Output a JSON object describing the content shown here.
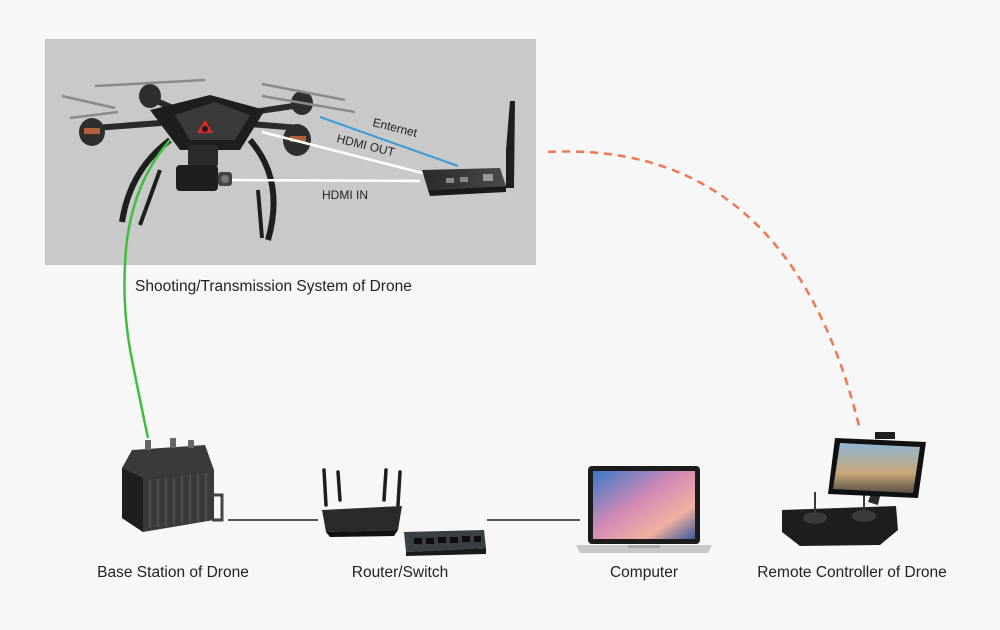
{
  "diagram": {
    "drone_system": {
      "caption": "Shooting/Transmission System of Drone",
      "cable_labels": {
        "enternet": "Enternet",
        "hdmi_out": "HDMI OUT",
        "hdmi_in": "HDMI IN"
      }
    },
    "nodes": {
      "base_station": "Base Station of Drone",
      "router": "Router/Switch",
      "computer": "Computer",
      "remote_controller": "Remote Controller of Drone"
    },
    "icons": [
      "drone-icon",
      "camera-gimbal-icon",
      "encoder-box-icon",
      "base-station-icon",
      "router-icon",
      "switch-icon",
      "laptop-icon",
      "remote-controller-icon",
      "tablet-icon"
    ],
    "colors": {
      "panel_bg": "#c9c9c9",
      "page_bg": "#f7f7f7",
      "ethernet_line": "#3a9ad9",
      "hdmi_line": "#ffffff",
      "rf_link": "#3fbf3f",
      "wireless_link": "#f07850",
      "wired_link": "#222222"
    }
  }
}
